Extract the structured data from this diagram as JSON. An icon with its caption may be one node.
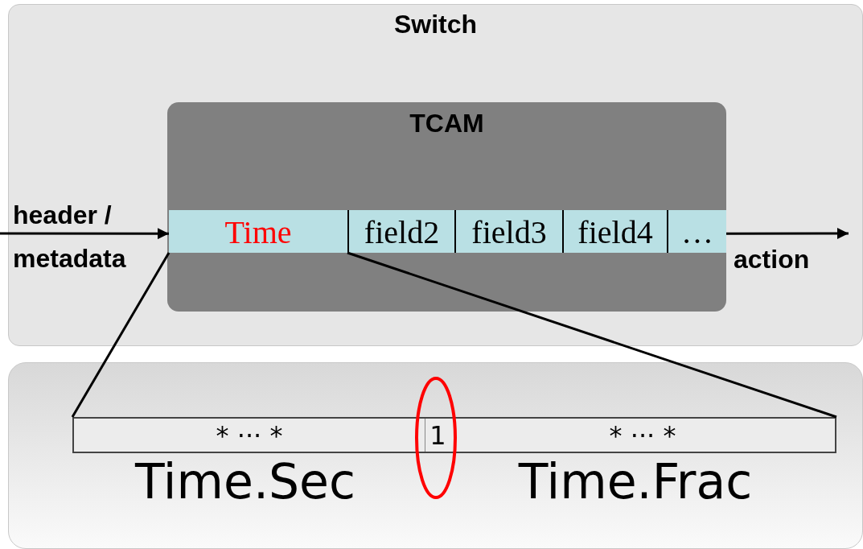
{
  "diagram": {
    "nodes": [
      {
        "text": [
          "Switch"
        ]
      },
      {
        "text": [
          "TCAM"
        ],
        "in": 0
      },
      {
        "text": [
          "Time"
        ],
        "in": 1
      },
      {
        "text": [
          "field2"
        ],
        "in": 1
      },
      {
        "text": [
          "field3"
        ],
        "in": 1
      },
      {
        "text": [
          "field4"
        ],
        "in": 1
      },
      {
        "text": [
          "…"
        ],
        "in": 1
      },
      {
        "text": [],
        "shape": "box"
      },
      {
        "text": [],
        "shape": "bar",
        "in": 7
      },
      {
        "text": [
          "* ··· *"
        ],
        "in": 8
      },
      {
        "text": [
          "1"
        ],
        "in": 8
      },
      {
        "text": [
          "* ··· *"
        ],
        "in": 8
      }
    ],
    "edges": [
      {
        "from": null,
        "to": 2,
        "arrow": "to",
        "label": "header / metadata"
      },
      {
        "from": 6,
        "to": null,
        "arrow": "to",
        "label": "action"
      },
      {
        "from": 2,
        "to": 8,
        "arrow": "none"
      },
      {
        "from": 2,
        "to": 8,
        "arrow": "none"
      }
    ],
    "labels": [
      "Time.Sec",
      "Time.Frac"
    ]
  }
}
